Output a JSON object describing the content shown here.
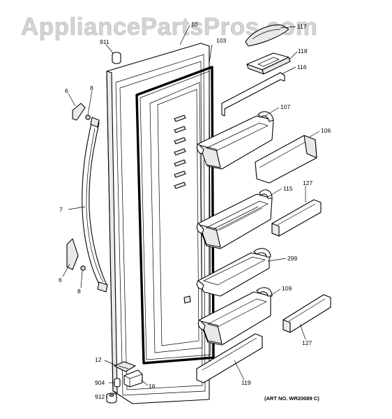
{
  "watermark": "AppliancePartsPros.com",
  "art_number": "(ART NO. WR20089 C)",
  "callouts": {
    "p117": "117",
    "p118": "118",
    "p116": "116",
    "p103": "103",
    "p10": "10",
    "p911": "911",
    "p6a": "6",
    "p8a": "8",
    "p7": "7",
    "p6b": "6",
    "p8b": "8",
    "p107": "107",
    "p106": "106",
    "p115": "115",
    "p127a": "127",
    "p299": "299",
    "p109": "109",
    "p127b": "127",
    "p119": "119",
    "p12": "12",
    "p904": "904",
    "p16": "16",
    "p912": "912"
  }
}
